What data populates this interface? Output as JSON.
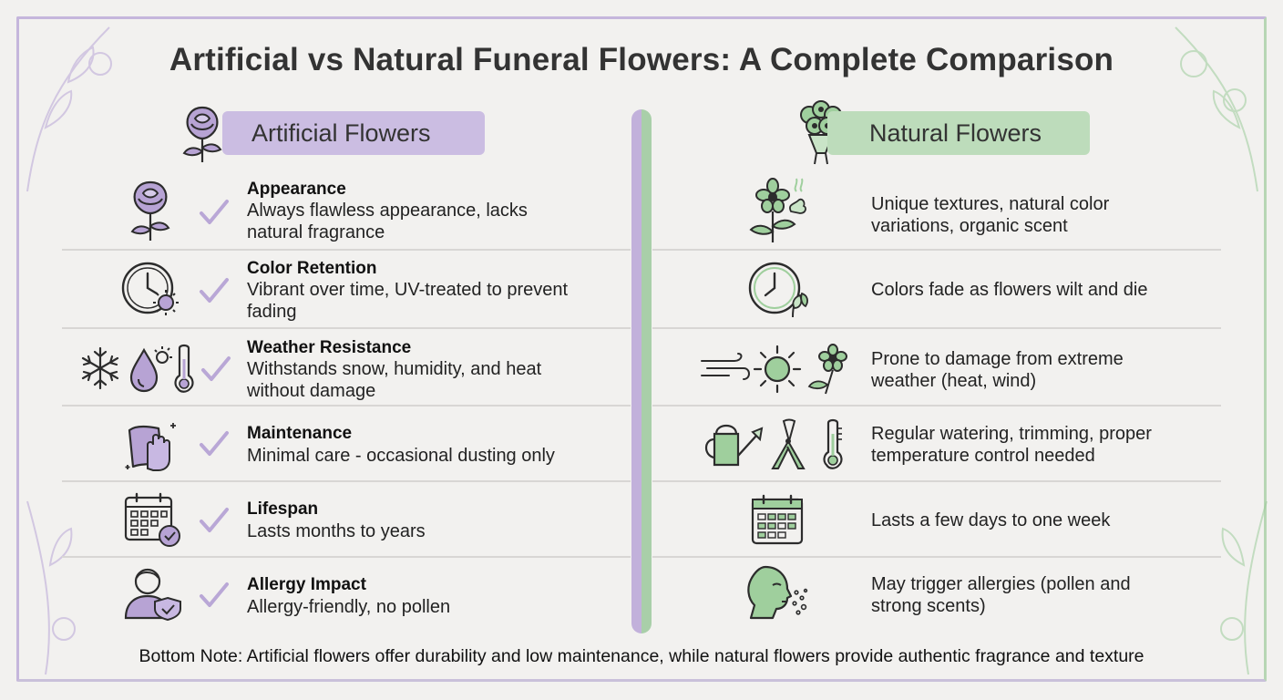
{
  "title": "Artificial vs Natural Funeral Flowers: A Complete Comparison",
  "artificial": {
    "header": "Artificial Flowers",
    "rows": [
      {
        "title": "Appearance",
        "line1": "Always flawless appearance, lacks",
        "line2": "natural fragrance",
        "icon": "rose-icon"
      },
      {
        "title": "Color Retention",
        "line1": "Vibrant over time, UV-treated to prevent",
        "line2": "fading",
        "icon": "clock-sun-icon"
      },
      {
        "title": "Weather Resistance",
        "line1": "Withstands snow, humidity, and heat",
        "line2": "without damage",
        "icon": "weather-icons"
      },
      {
        "title": "Maintenance",
        "line1": "Minimal care - occasional dusting only",
        "line2": "",
        "icon": "cloth-hand-icon"
      },
      {
        "title": "Lifespan",
        "line1": "Lasts months to years",
        "line2": "",
        "icon": "calendar-check-icon"
      },
      {
        "title": "Allergy Impact",
        "line1": "Allergy-friendly, no pollen",
        "line2": "",
        "icon": "person-shield-icon"
      }
    ]
  },
  "natural": {
    "header": "Natural Flowers",
    "rows": [
      {
        "line1": "Unique textures, natural color",
        "line2": "variations, organic scent",
        "icon": "flower-scent-icon"
      },
      {
        "line1": "Colors fade as flowers wilt and die",
        "line2": "",
        "icon": "clock-wilt-icon"
      },
      {
        "line1": "Prone to damage from extreme",
        "line2": "weather (heat, wind)",
        "icon": "wind-sun-flower-icons"
      },
      {
        "line1": "Regular watering, trimming, proper",
        "line2": "temperature control needed",
        "icon": "watering-shears-thermo-icons"
      },
      {
        "line1": "Lasts a few days to one week",
        "line2": "",
        "icon": "calendar-icon"
      },
      {
        "line1": "May trigger allergies (pollen and",
        "line2": "strong scents)",
        "icon": "sneezing-person-icon"
      }
    ]
  },
  "bottom_note": "Bottom Note: Artificial flowers offer durability and low maintenance, while natural flowers provide authentic fragrance and texture",
  "colors": {
    "lavender": "#c7b8df",
    "sage": "#b9dab7",
    "icon_purple": "#b7a3d4",
    "icon_green": "#9fcf9d",
    "stroke": "#2c2c2c",
    "check": "#b9a7d6"
  }
}
